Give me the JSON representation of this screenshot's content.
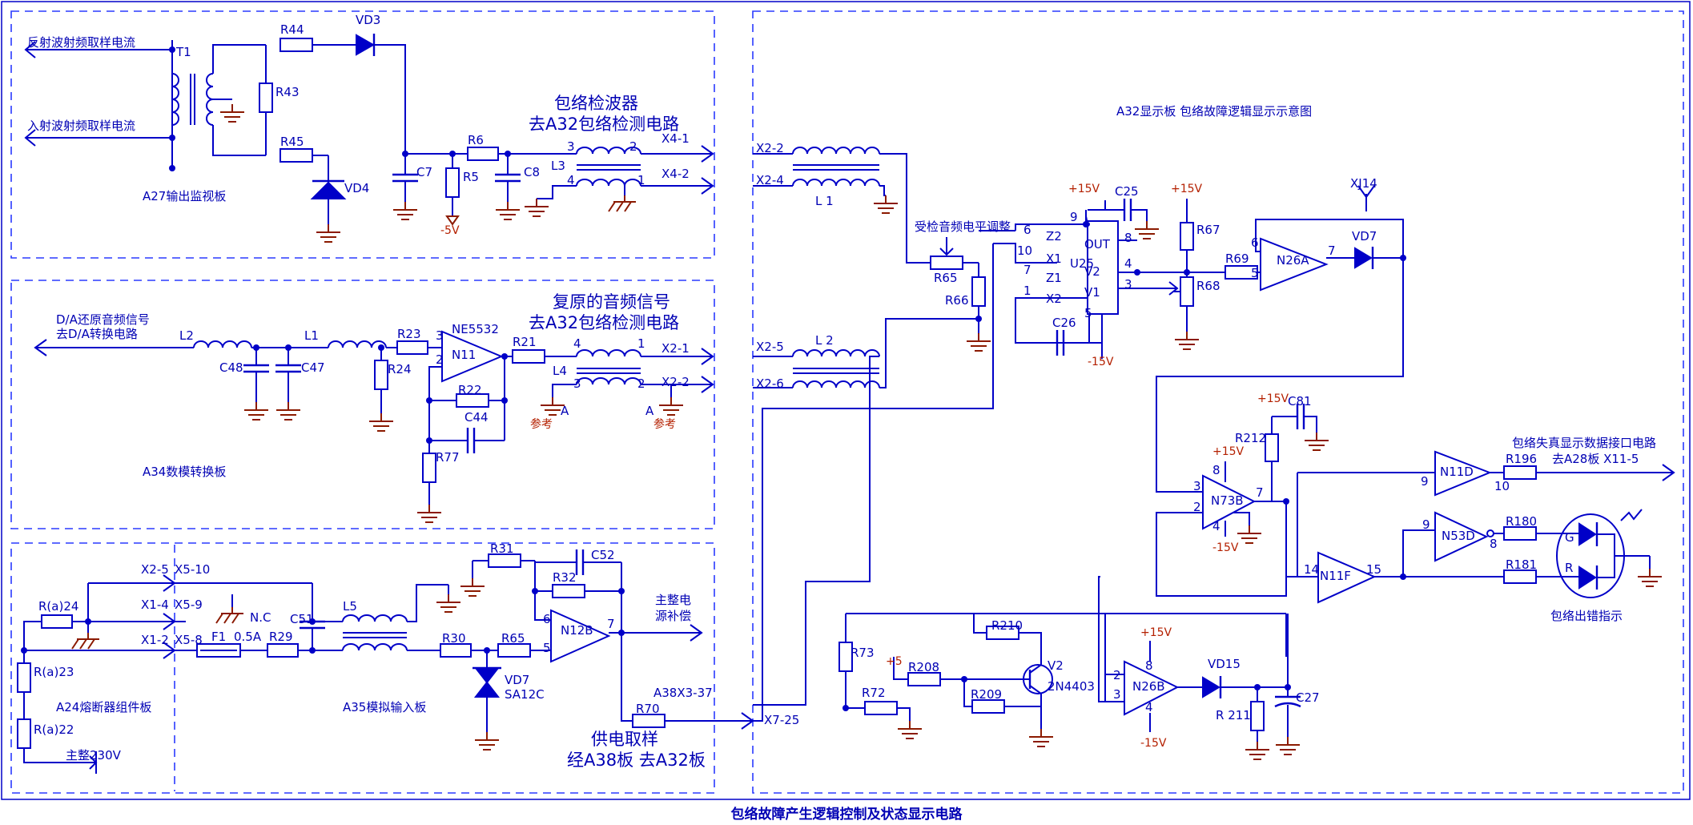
{
  "caption": "包络故障产生逻辑控制及状态显示电路",
  "panels": {
    "a27": "A27输出监视板",
    "a34": "A34数模转换板",
    "a35": "A35模拟输入板",
    "a24": "A24熔断器组件板",
    "a32": "A32显示板  包络故障逻辑显示示意图"
  },
  "signals": {
    "reflect": "反射波射频取样电流",
    "incident": "入射波射频取样电流",
    "env_det_1": "包络检波器",
    "env_det_2": "去A32包络检测电路",
    "da_1": "D/A还原音频信号",
    "da_2": "去D/A转换电路",
    "restored_1": "复原的音频信号",
    "restored_2": "去A32包络检测电路",
    "main_comp_1": "主整电",
    "main_comp_2": "源补偿",
    "supply_1": "供电取样",
    "supply_2": "经A38板 去A32板",
    "main230": "主整230V",
    "audio_adj": "受检音频电平调整",
    "fault_data_1": "包络失真显示数据接口电路",
    "fault_data_2": "去A28板    X11-5",
    "error_ind": "包络出错指示",
    "ref_a": "参考",
    "ref_b": "参考",
    "nc": "N.C"
  },
  "components": {
    "T1": "T1",
    "R44": "R44",
    "R43": "R43",
    "R45": "R45",
    "VD3": "VD3",
    "VD4": "VD4",
    "C7": "C7",
    "R5": "R5",
    "R6": "R6",
    "C8": "C8",
    "L3": "L3",
    "m5v": "-5V",
    "L2": "L2",
    "L1": "L1",
    "C48": "C48",
    "C47": "C47",
    "R23": "R23",
    "R24": "R24",
    "NE5532": "NE5532",
    "N11": "N11",
    "R21": "R21",
    "L4": "L4",
    "R22": "R22",
    "C44": "C44",
    "R77": "R77",
    "A": "A",
    "R31": "R31",
    "C52": "C52",
    "R32": "R32",
    "C51": "C51",
    "L5": "L5",
    "F1": "F1",
    "f05": "0.5A",
    "R29": "R29",
    "R30": "R30",
    "R65a": "R65",
    "N12B": "N12B",
    "VD7a": "VD7",
    "SA12C": "SA12C",
    "R70": "R70",
    "Ra24": "R(a)24",
    "Ra23": "R(a)23",
    "Ra22": "R(a)22",
    "L1b": "L 1",
    "L2b": "L 2",
    "R65": "R65",
    "R66": "R66",
    "U25": "U25",
    "C25": "C25",
    "C26": "C26",
    "p15a": "+15V",
    "m15a": "-15V",
    "R67": "R67",
    "R68": "R68",
    "R69": "R69",
    "p15b": "+15V",
    "N26A": "N26A",
    "VD7": "VD7",
    "XJ14": "XJ14",
    "C81": "C81",
    "p15c": "+15V",
    "R212": "R212",
    "p15d": "+15V",
    "N73B": "N73B",
    "m15b": "-15V",
    "N11D": "N11D",
    "R196": "R196",
    "N53D": "N53D",
    "R180": "R180",
    "R181": "R181",
    "N11F": "N11F",
    "G": "G",
    "R": "R",
    "R73": "R73",
    "R72": "R72",
    "p5": "+5",
    "R208": "R208",
    "R210": "R210",
    "R209": "R209",
    "V2n": "V2",
    "V2t": "2N4403",
    "N26B": "N26B",
    "p15e": "+15V",
    "m15c": "-15V",
    "VD15": "VD15",
    "R211": "R 211",
    "C27": "C27",
    "Z2": "Z2",
    "X1": "X1",
    "Z1": "Z1",
    "X2": "X2",
    "OUT": "OUT",
    "V2pin": "V2",
    "V1pin": "V1"
  },
  "connectors": {
    "x41": "X4-1",
    "x42": "X4-2",
    "x21": "X2-1",
    "x22": "X2-2",
    "x22b": "X2-2",
    "x24": "X2-4",
    "x25": "X2-5",
    "x26": "X2-6",
    "x725": "X7-25",
    "a38": "A38X3-37",
    "x25a": "X2-5",
    "x510": "X5-10",
    "x14": "X1-4",
    "x59": "X5-9",
    "x12": "X1-2",
    "x58": "X5-8"
  },
  "pins": {
    "p3a": "3",
    "p2a": "2",
    "p4a": "4",
    "p1a": "1",
    "p4b": "4",
    "p1b": "1",
    "p3b": "3",
    "p2b": "2",
    "n11p3": "3",
    "n11p2": "2",
    "n12p6": "6",
    "n12p5": "5",
    "n12p7": "7",
    "u9": "9",
    "u6": "6",
    "u10": "10",
    "u7": "7",
    "u1": "1",
    "u8": "8",
    "u4": "4",
    "u3": "3",
    "u5": "5",
    "a6": "6",
    "a5": "5",
    "a7": "7",
    "b8": "8",
    "b3": "3",
    "b2": "2",
    "b4": "4",
    "b7": "7",
    "d9": "9",
    "d10": "10",
    "e9": "9",
    "e8": "8",
    "f14": "14",
    "f15": "15",
    "g2": "2",
    "g3": "3",
    "g8": "8",
    "g4": "4"
  }
}
